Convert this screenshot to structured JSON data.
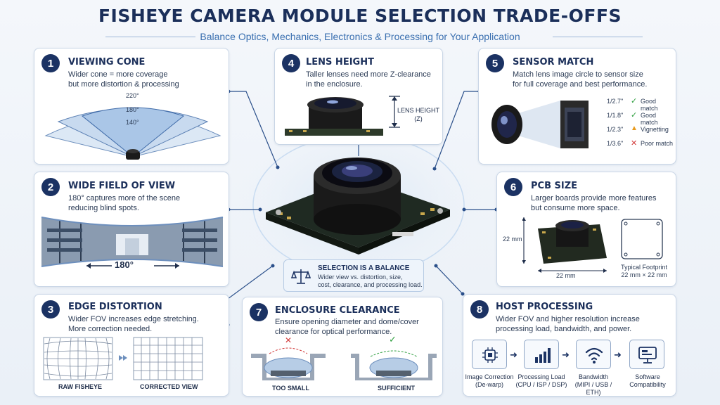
{
  "header": {
    "title": "FISHEYE CAMERA MODULE SELECTION TRADE-OFFS",
    "subtitle": "Balance Optics, Mechanics, Electronics & Processing for Your Application"
  },
  "cards": {
    "c1": {
      "num": "1",
      "title": "VIEWING CONE",
      "desc": "Wider cone = more coverage\nbut more distortion & processing",
      "angles": [
        "220°",
        "180°",
        "140°"
      ]
    },
    "c2": {
      "num": "2",
      "title": "WIDE FIELD OF VIEW",
      "desc": "180° captures more of the scene\nreducing blind spots.",
      "angle": "180°"
    },
    "c3": {
      "num": "3",
      "title": "EDGE DISTORTION",
      "desc": "Wider FOV increases edge stretching.\nMore correction needed.",
      "raw_label": "RAW FISHEYE",
      "corrected_label": "CORRECTED VIEW"
    },
    "c4": {
      "num": "4",
      "title": "LENS HEIGHT",
      "desc": "Taller lenses need more Z-clearance\nin the enclosure.",
      "dim_label": "LENS HEIGHT\n(Z)"
    },
    "c5": {
      "num": "5",
      "title": "SENSOR MATCH",
      "desc": "Match lens image circle to sensor size\nfor full coverage and best performance.",
      "rows": [
        {
          "size": "1/2.7\"",
          "status": "Good match",
          "icon": "check-icon",
          "color": "#2e9e3e"
        },
        {
          "size": "1/1.8\"",
          "status": "Good match",
          "icon": "check-icon",
          "color": "#2e9e3e"
        },
        {
          "size": "1/2.3\"",
          "status": "Vignetting",
          "icon": "warning-icon",
          "color": "#e89a1c"
        },
        {
          "size": "1/3.6\"",
          "status": "Poor match",
          "icon": "x-icon",
          "color": "#d23b3b"
        }
      ]
    },
    "c6": {
      "num": "6",
      "title": "PCB SIZE",
      "desc": "Larger boards provide more features\nbut consume more space.",
      "dim_v": "22 mm",
      "dim_h": "22 mm",
      "footprint_label": "Typical Footprint",
      "footprint_size": "22 mm × 22 mm"
    },
    "c7": {
      "num": "7",
      "title": "ENCLOSURE CLEARANCE",
      "desc": "Ensure opening diameter and dome/cover\nclearance for optical performance.",
      "bad_label": "TOO SMALL",
      "good_label": "SUFFICIENT"
    },
    "c8": {
      "num": "8",
      "title": "HOST PROCESSING",
      "desc": "Wider FOV and higher resolution increase\nprocessing load, bandwidth, and power.",
      "steps": [
        {
          "label": "Image Correction\n(De-warp)",
          "icon": "chip-icon"
        },
        {
          "label": "Processing Load\n(CPU / ISP / DSP)",
          "icon": "bar-chart-icon"
        },
        {
          "label": "Bandwidth\n(MIPI / USB / ETH)",
          "icon": "wifi-icon"
        },
        {
          "label": "Software\nCompatibility",
          "icon": "monitor-icon"
        }
      ]
    }
  },
  "center": {
    "title": "SELECTION IS A BALANCE",
    "desc": "Wider view vs. distortion, size,\ncost, clearance, and processing load.",
    "icon": "scale-icon"
  },
  "colors": {
    "navy": "#1b3263",
    "accent": "#3a6fb0",
    "good": "#2e9e3e",
    "warn": "#e89a1c",
    "bad": "#d23b3b"
  }
}
